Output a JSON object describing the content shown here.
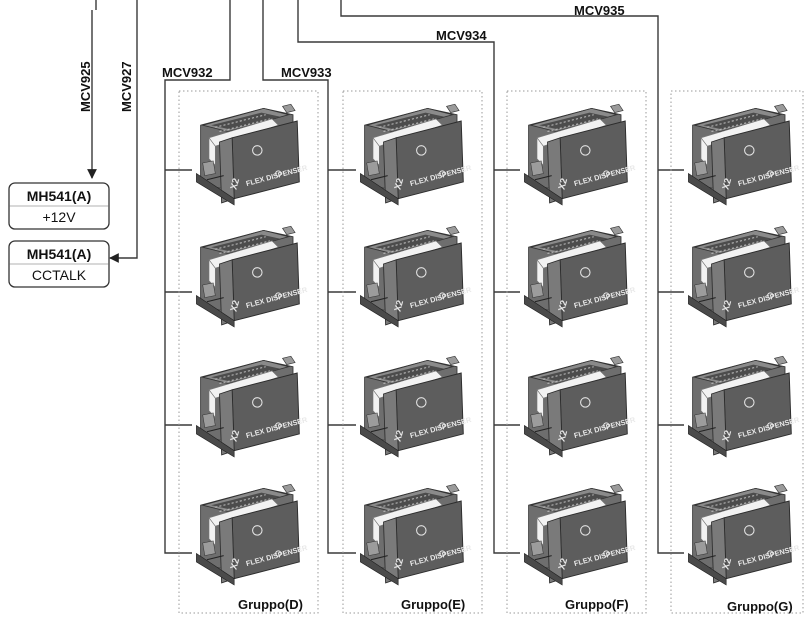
{
  "wires": {
    "mcv925": "MCV925",
    "mcv927": "MCV927",
    "mcv932": "MCV932",
    "mcv933": "MCV933",
    "mcv934": "MCV934",
    "mcv935": "MCV935"
  },
  "boxes": {
    "power": {
      "title": "MH541(A)",
      "subtitle": "+12V"
    },
    "cctalk": {
      "title": "MH541(A)",
      "subtitle": "CCTALK"
    }
  },
  "groups": {
    "d": "Gruppo(D)",
    "e": "Gruppo(E)",
    "f": "Gruppo(F)",
    "g": "Gruppo(G)"
  },
  "dispenser_label": "FLEX DISPENSER",
  "dispenser_rows": 4
}
